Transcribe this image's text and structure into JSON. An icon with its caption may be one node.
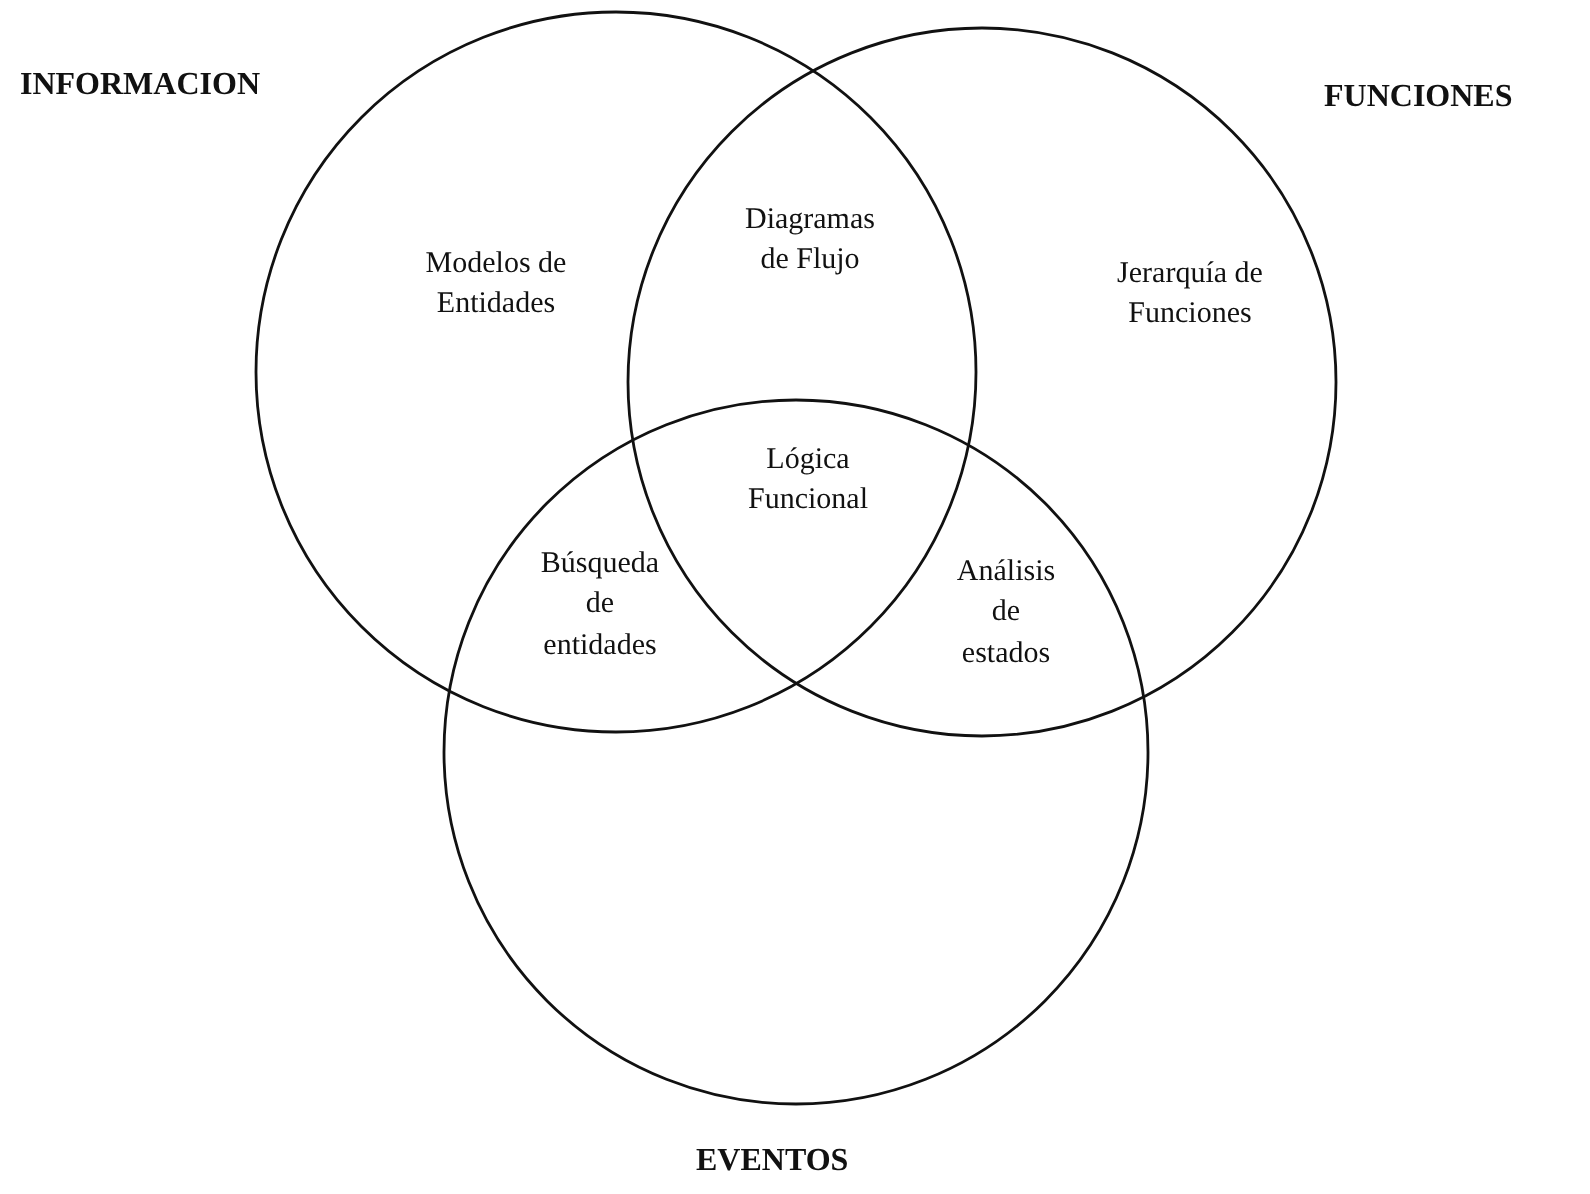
{
  "diagram": {
    "nodes": [
      {
        "text": [
          "INFORMACION"
        ]
      },
      {
        "text": [
          "FUNCIONES"
        ]
      },
      {
        "text": [
          "EVENTOS"
        ]
      }
    ],
    "labels": [
      "Modelos de Entidades",
      "Diagramas de Flujo",
      "Jerarquía de Funciones",
      "Lógica Funcional",
      "Búsqueda de entidades",
      "Análisis de estados"
    ]
  }
}
